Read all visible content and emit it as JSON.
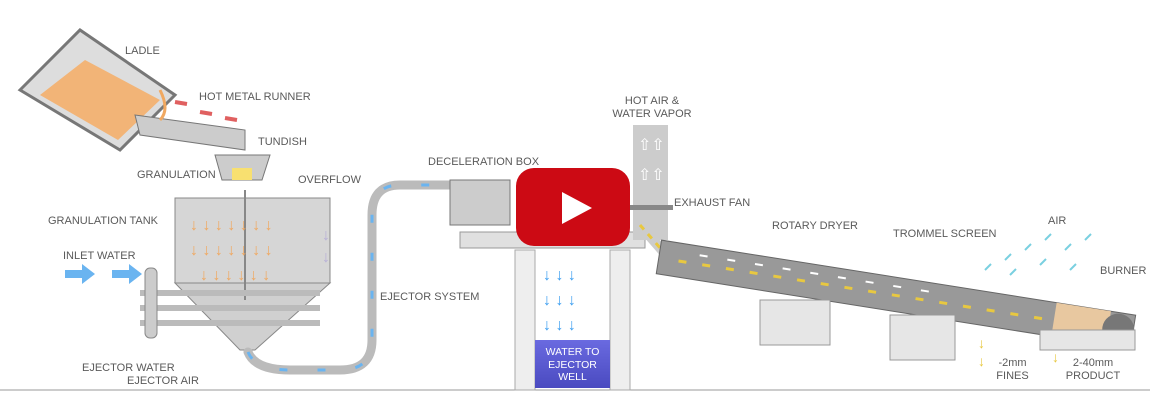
{
  "labels": {
    "ladle": "LADLE",
    "hot_metal_runner": "HOT METAL RUNNER",
    "tundish": "TUNDISH",
    "granulation": "GRANULATION",
    "overflow": "OVERFLOW",
    "granulation_tank": "GRANULATION TANK",
    "inlet_water": "INLET WATER",
    "ejector_water": "EJECTOR WATER",
    "ejector_air": "EJECTOR AIR",
    "ejector_system": "EJECTOR SYSTEM",
    "deceleration_box": "DECELERATION BOX",
    "hot_air_1": "HOT AIR &",
    "hot_air_2": "WATER VAPOR",
    "exhaust_fan": "EXHAUST FAN",
    "rotary_dryer": "ROTARY DRYER",
    "trommel_screen": "TROMMEL SCREEN",
    "air": "AIR",
    "burner": "BURNER",
    "fines_1": "-2mm",
    "fines_2": "FINES",
    "product_1": "2-40mm",
    "product_2": "PRODUCT",
    "well_1": "WATER TO",
    "well_2": "EJECTOR",
    "well_3": "WELL"
  },
  "colors": {
    "water": "#5aaaf0",
    "hot_metal": "#f0a860",
    "product": "#e8c840",
    "play_button": "#cc0a14",
    "well": "#5a5ad0"
  },
  "video": {
    "icon": "play-icon"
  }
}
